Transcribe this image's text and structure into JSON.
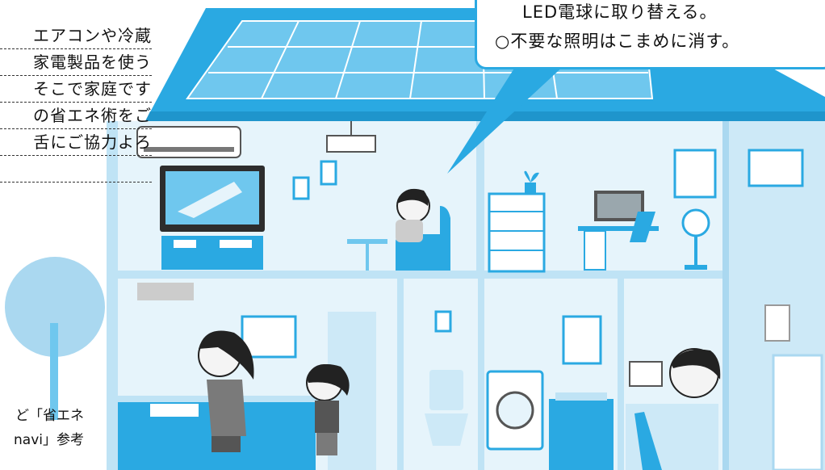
{
  "intro_lines": [
    "エアコンや冷蔵",
    "家電製品を使う",
    "そこで家庭です",
    "の省エネ術をご",
    "舌にご協力よろ"
  ],
  "bubble": {
    "line1": "LED電球に取り替える。",
    "line2": "○不要な照明はこまめに消す。"
  },
  "source": {
    "line1": "ど「省エネ",
    "line2": "navi」参考"
  },
  "colors": {
    "sky": "#2aa9e2",
    "wall": "#cde9f7",
    "light": "#e6f4fb",
    "dark": "#333333"
  }
}
